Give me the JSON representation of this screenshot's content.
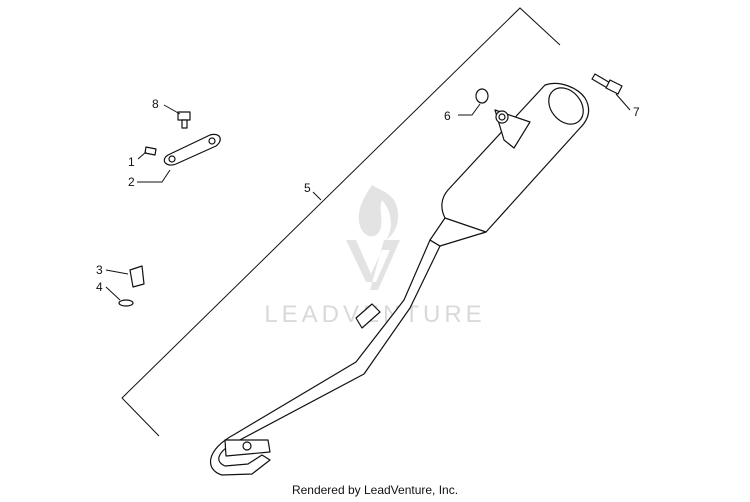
{
  "watermark": {
    "text": "LEADVENTURE"
  },
  "callouts": [
    {
      "id": "1",
      "label": "1"
    },
    {
      "id": "2",
      "label": "2"
    },
    {
      "id": "3",
      "label": "3"
    },
    {
      "id": "4",
      "label": "4"
    },
    {
      "id": "5",
      "label": "5"
    },
    {
      "id": "6",
      "label": "6"
    },
    {
      "id": "7",
      "label": "7"
    },
    {
      "id": "8",
      "label": "8"
    }
  ],
  "footer": {
    "text": "Rendered by LeadVenture, Inc."
  },
  "colors": {
    "line": "#111111",
    "watermark": "#d9d9d9",
    "background": "#ffffff"
  }
}
